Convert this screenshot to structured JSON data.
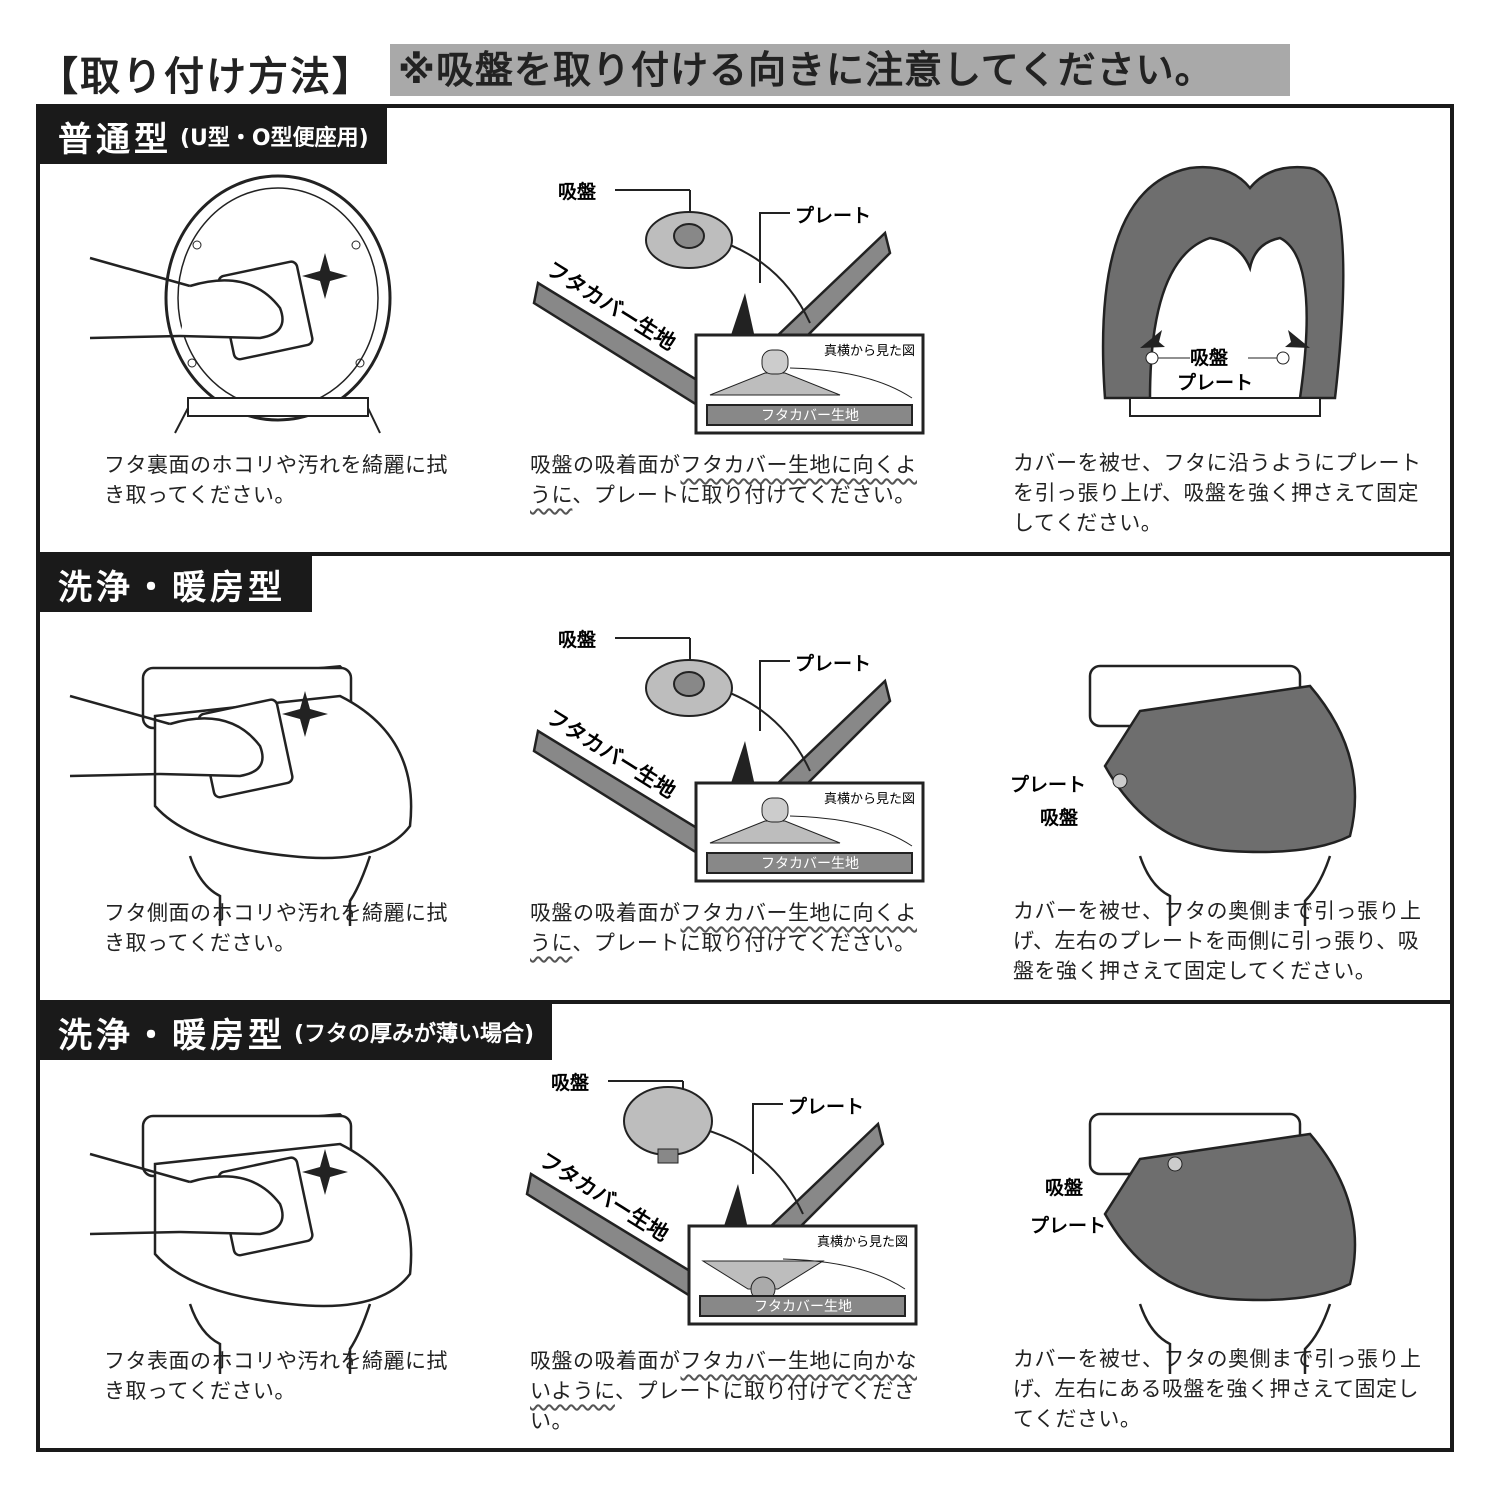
{
  "title": "【取り付け方法】",
  "notice": "※吸盤を取り付ける向きに注意してください。",
  "colors": {
    "frame": "#1a1a1a",
    "notice_bg": "#a9a9a9",
    "cover": "#6e6e6e",
    "disc": "#bdbdbd"
  },
  "labels": {
    "suction": "吸盤",
    "plate": "プレート",
    "fabric": "フタカバー生地",
    "side_view": "真横から見た図"
  },
  "sections": [
    {
      "title": "普通型",
      "subtitle": "(U型・O型便座用)",
      "captions": [
        {
          "pre": "フタ裏面のホコリや汚れを綺麗に拭き取ってください。",
          "em": "",
          "post": ""
        },
        {
          "pre": "吸盤の吸着面が",
          "em": "フタカバー生地に向くように",
          "post": "、プレートに取り付けてください。"
        },
        {
          "pre": "カバーを被せ、フタに沿うようにプレートを引っ張り上げ、吸盤を強く押さえて固定してください。",
          "em": "",
          "post": ""
        }
      ]
    },
    {
      "title": "洗浄・暖房型",
      "subtitle": "",
      "captions": [
        {
          "pre": "フタ側面のホコリや汚れを綺麗に拭き取ってください。",
          "em": "",
          "post": ""
        },
        {
          "pre": "吸盤の吸着面が",
          "em": "フタカバー生地に向くように",
          "post": "、プレートに取り付けてください。"
        },
        {
          "pre": "カバーを被せ、フタの奥側まで引っ張り上げ、左右のプレートを両側に引っ張り、吸盤を強く押さえて固定してください。",
          "em": "",
          "post": ""
        }
      ]
    },
    {
      "title": "洗浄・暖房型",
      "subtitle": "(フタの厚みが薄い場合)",
      "captions": [
        {
          "pre": "フタ表面のホコリや汚れを綺麗に拭き取ってください。",
          "em": "",
          "post": ""
        },
        {
          "pre": "吸盤の吸着面が",
          "em": "フタカバー生地に向かないように",
          "post": "、プレートに取り付けてください。"
        },
        {
          "pre": "カバーを被せ、フタの奥側まで引っ張り上げ、左右にある吸盤を強く押さえて固定してください。",
          "em": "",
          "post": ""
        }
      ]
    }
  ]
}
